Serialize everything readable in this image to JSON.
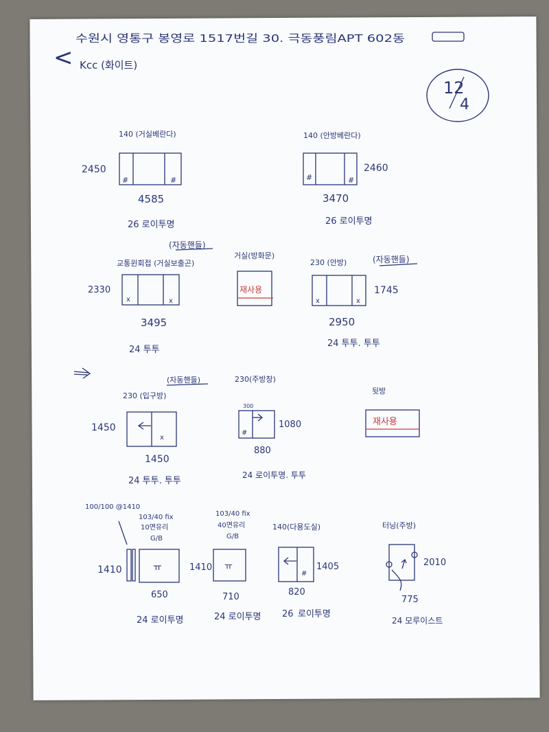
{
  "header": {
    "address": "수원시 영통구 봉영로 1517번길 30. 극동풍림APT 602동",
    "brand": "Kcc (화이트)",
    "page_no": "12/4",
    "page_no_top": "12",
    "page_no_bottom": "4"
  },
  "windows": [
    {
      "id": "w1",
      "label": "140 (거실베란다)",
      "height": "2450",
      "width": "4585",
      "spec": "26 로이투명"
    },
    {
      "id": "w2",
      "label": "140 (안방베란다)",
      "height": "2460",
      "width": "3470",
      "spec": "26 로이투명"
    },
    {
      "id": "w3",
      "label": "교통윈회접 (거실보출곤)",
      "note": "(자동핸들)",
      "height": "2330",
      "width": "3495",
      "spec": "24 투투"
    },
    {
      "id": "w4",
      "label": "거실(방화문)",
      "stamp": "재사용"
    },
    {
      "id": "w5",
      "label": "230 (안방)",
      "note": "(자동핸들)",
      "height": "1745",
      "width": "2950",
      "spec": "24 투투. 투투"
    },
    {
      "id": "w6",
      "label": "230 (입구방)",
      "note": "(자동핸들)",
      "height": "1450",
      "width": "1450",
      "spec": "24 투투. 투투"
    },
    {
      "id": "w7",
      "label": "230(주방창)",
      "sub": "300",
      "height": "1080",
      "width": "880",
      "spec": "24 로이투명. 투투"
    },
    {
      "id": "w8",
      "label": "뒷방",
      "stamp": "재사용"
    },
    {
      "id": "w9",
      "label": "100/100 @1410",
      "sub": "103/40 fix",
      "sub2": "10면유리",
      "sub3": "G/B",
      "height": "1410",
      "width": "650",
      "spec": "24 로이투명",
      "glyph": "ㅠ"
    },
    {
      "id": "w10",
      "label": "103/40 fix",
      "sub": "40면유리",
      "sub2": "G/B",
      "height": "1410",
      "width": "710",
      "spec": "24 로이투명",
      "glyph": "ㅠ"
    },
    {
      "id": "w11",
      "label": "140(다용도실)",
      "height": "1405",
      "width": "820",
      "spec_num": "26",
      "spec": "로이투명"
    },
    {
      "id": "w12",
      "label": "터닝(주방)",
      "height": "2010",
      "width": "775",
      "spec": "24 모루이스트"
    }
  ],
  "marks": {
    "hash": "#",
    "cross": "x",
    "back_arrow": "<"
  },
  "colors": {
    "ink": "#2a3577",
    "red": "#cf3b3b",
    "paper": "#fafbfd",
    "desk": "#7d7b74"
  }
}
